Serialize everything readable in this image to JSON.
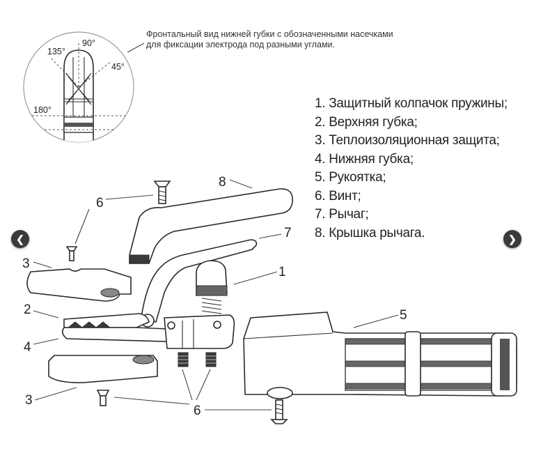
{
  "inset": {
    "caption_lines": [
      "Фронтальный вид нижней губки с обозначенными насечками",
      "для фиксации электрода под разными углами."
    ],
    "angles": [
      "90°",
      "135°",
      "45°",
      "180°"
    ]
  },
  "legend": [
    "1. Защитный колпачок пружины;",
    "2. Верхняя губка;",
    "3. Теплоизоляционная защита;",
    "4. Нижняя губка;",
    "5. Рукоятка;",
    "6. Винт;",
    "7. Рычаг;",
    "8. Крышка рычага."
  ],
  "callouts": {
    "n1": "1",
    "n2": "2",
    "n3a": "3",
    "n3b": "3",
    "n4": "4",
    "n5": "5",
    "n6a": "6",
    "n6b": "6",
    "n7": "7",
    "n8": "8"
  },
  "nav": {
    "prev_icon": "chevron-left-icon",
    "next_icon": "chevron-right-icon",
    "prev_glyph": "❮",
    "next_glyph": "❯"
  }
}
